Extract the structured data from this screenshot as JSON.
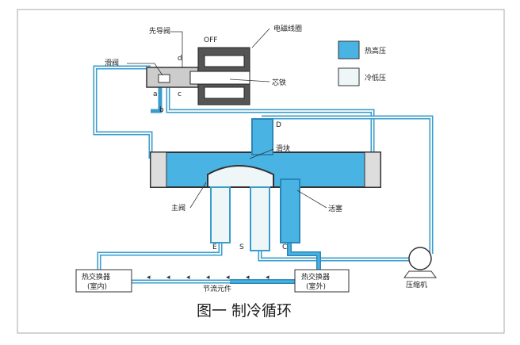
{
  "labels": {
    "pilot_valve": "先导阀",
    "slide_valve": "滑阀",
    "off": "OFF",
    "coil": "电磁线圈",
    "iron_core": "芯铁",
    "port_a": "a",
    "port_b": "b",
    "port_c": "c",
    "port_d": "d",
    "pipe_D": "D",
    "pipe_E": "E",
    "pipe_S": "S",
    "pipe_C": "C",
    "slider": "滑块",
    "main_valve": "主阀",
    "piston": "活塞",
    "hx_indoor": "热交换器",
    "hx_indoor_sub": "(室内)",
    "hx_outdoor": "热交换器",
    "hx_outdoor_sub": "(室外)",
    "throttle": "节流元件",
    "compressor": "压缩机"
  },
  "legend": [
    {
      "label": "热高压",
      "color": "#49b3e3"
    },
    {
      "label": "冷低压",
      "color": "#eef6f8"
    }
  ],
  "caption": "图一  制冷循环"
}
